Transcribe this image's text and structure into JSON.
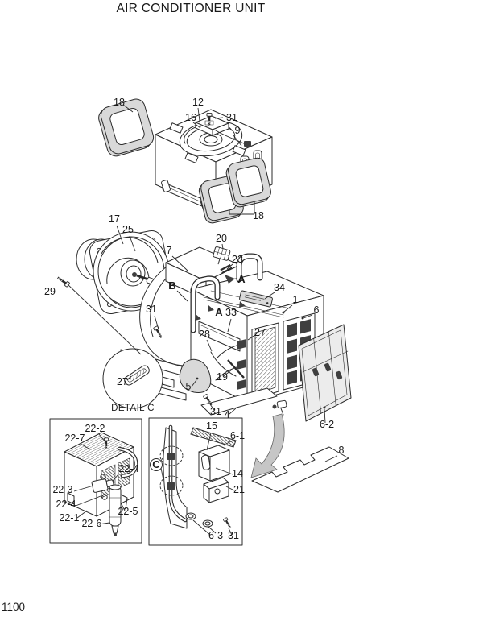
{
  "title": "AIR CONDITIONER UNIT",
  "page_number": "1100",
  "detail": {
    "caption": "DETAIL C"
  },
  "colors": {
    "line": "#2b2b2b",
    "gasket_gray": "#d9d9d9",
    "arrow_gray": "#c6c6c6",
    "filter_gray": "#ececec",
    "grille_dark": "#3f3f3f"
  },
  "callouts": {
    "top_gasket": "18",
    "fan_cover": "12",
    "bracket_top": "16",
    "screw_top": "31",
    "blower_housing": "9",
    "gaskets_pair": "18",
    "fan_wheel": "17",
    "fan_ring": "25",
    "rear_case": "7",
    "connector": "20",
    "clip_plate": "23",
    "section_a_upper": "A",
    "bolt": "29",
    "section_b": "B",
    "name_plate": "34",
    "screw_mid": "31",
    "section_a_lower": "A",
    "grommet_33": "33",
    "unit_assy": "1",
    "case_main": "6",
    "harness": "28",
    "grille_frame": "27",
    "drain_pan": "5",
    "rod": "19",
    "screw_low": "31",
    "cover_plate": "4",
    "filter": "6-2",
    "plate": "8",
    "detail_strip": "27",
    "evap_screw": "22-2",
    "evap_case": "22-7",
    "oring_a": "22-4",
    "exp_valve": "22-3",
    "oring_b": "22-4",
    "evap_assy": "22-1",
    "bracket_btm": "22-5",
    "receiver_drier": "22-6",
    "resistor": "15",
    "cover_upper": "6-1",
    "detail_c_ref": "C",
    "thermostat": "14",
    "actuator": "21",
    "grommets": "6-3",
    "screw_box": "31"
  }
}
